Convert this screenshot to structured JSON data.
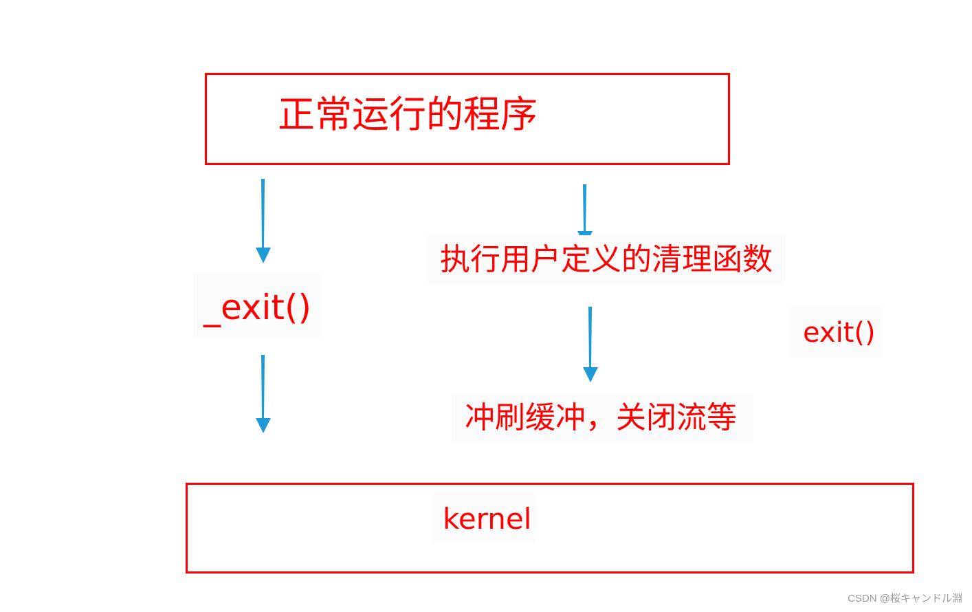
{
  "nodes": {
    "program": "正常运行的程序",
    "underscore_exit": "_exit()",
    "cleanup": "执行用户定义的清理函数",
    "exit": "exit()",
    "flush": "冲刷缓冲，关闭流等",
    "kernel": "kernel"
  },
  "watermark": "CSDN @桜キャンドル淵",
  "colors": {
    "box_border": "#ff0000",
    "text": "#ff0000",
    "arrow": "#1e9ad6"
  }
}
